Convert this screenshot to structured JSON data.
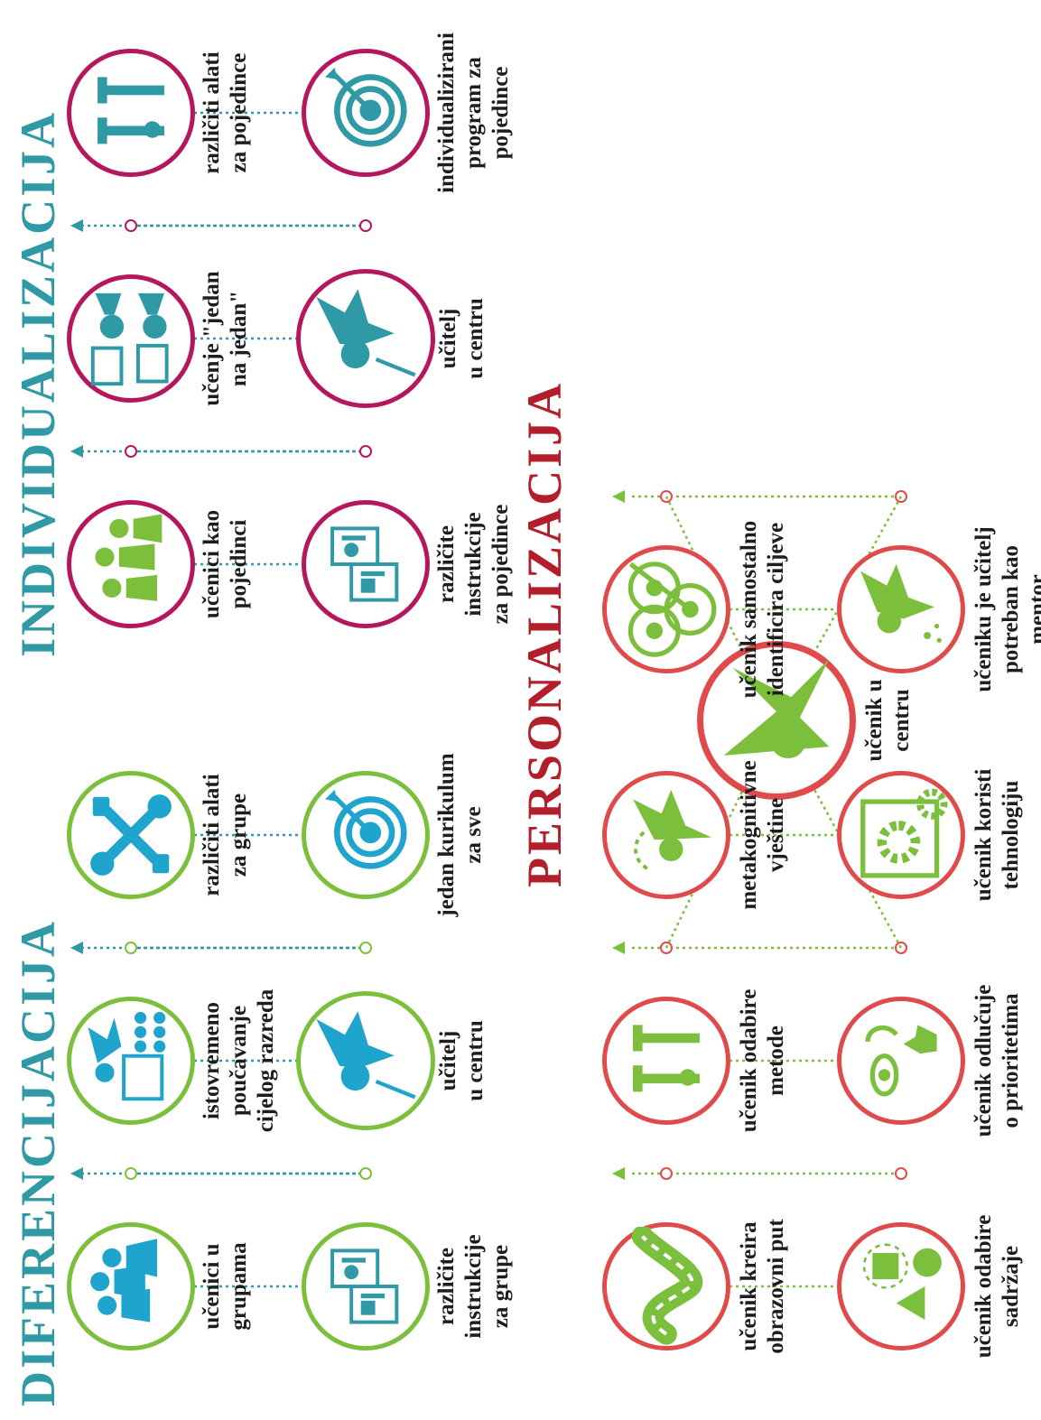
{
  "titles": {
    "diferencijacija": "DIFERENCIJACIJA",
    "individualizacija": "INDIVIDUALIZACIJA",
    "personalizacija": "PERSONALIZACIJA"
  },
  "colors": {
    "teal": "#2f9aa6",
    "cyan": "#1ea4cd",
    "green": "#7cbf3c",
    "magenta": "#b5175f",
    "red": "#e04a4a",
    "dark_red": "#b21f2b"
  },
  "diferencijacija": {
    "items": [
      {
        "label": "učenici u\ngrupama",
        "icon": "group-people-icon"
      },
      {
        "label": "istovremeno\npoučavanje\ncijelog razreda",
        "icon": "teacher-whole-class-icon"
      },
      {
        "label": "različiti alati\nza grupe",
        "icon": "crossed-tools-icon"
      },
      {
        "label": "različite instrukcije\nza grupe",
        "icon": "documents-icon"
      },
      {
        "label": "učitelj\nu centru",
        "icon": "teacher-icon"
      },
      {
        "label": "jedan kurikulum\nza sve",
        "icon": "target-icon"
      }
    ]
  },
  "individualizacija": {
    "items": [
      {
        "label": "učenici kao\npojedinci",
        "icon": "individual-people-icon"
      },
      {
        "label": "učenje \"jedan\nna jedan\"",
        "icon": "one-on-one-icon"
      },
      {
        "label": "različiti alati\nza pojedince",
        "icon": "tools-icon"
      },
      {
        "label": "različite instrukcije\nza pojedince",
        "icon": "documents-icon"
      },
      {
        "label": "učitelj\nu centru",
        "icon": "teacher-icon"
      },
      {
        "label": "individualizirani\nprogram za pojedince",
        "icon": "target-icon"
      }
    ]
  },
  "personalizacija": {
    "center": {
      "label": "učenik u\ncentru",
      "icon": "student-center-icon"
    },
    "items": [
      {
        "label": "učenik kreira\nobrazovni put",
        "icon": "road-icon"
      },
      {
        "label": "učenik odabire\nmetode",
        "icon": "tools-icon"
      },
      {
        "label": "metakognitivne\nvještine",
        "icon": "metacognition-icon"
      },
      {
        "label": "učenik samostalno\nidentificira ciljeve",
        "icon": "multi-target-icon"
      },
      {
        "label": "učenik odabire\nsadržaje",
        "icon": "shapes-icon"
      },
      {
        "label": "učenik odlučuje\no prioritetima",
        "icon": "senses-icon"
      },
      {
        "label": "učenik koristi\ntehnologiju",
        "icon": "technology-icon"
      },
      {
        "label": "učeniku je učitelj\npotreban kao mentor",
        "icon": "mentor-icon"
      }
    ]
  }
}
